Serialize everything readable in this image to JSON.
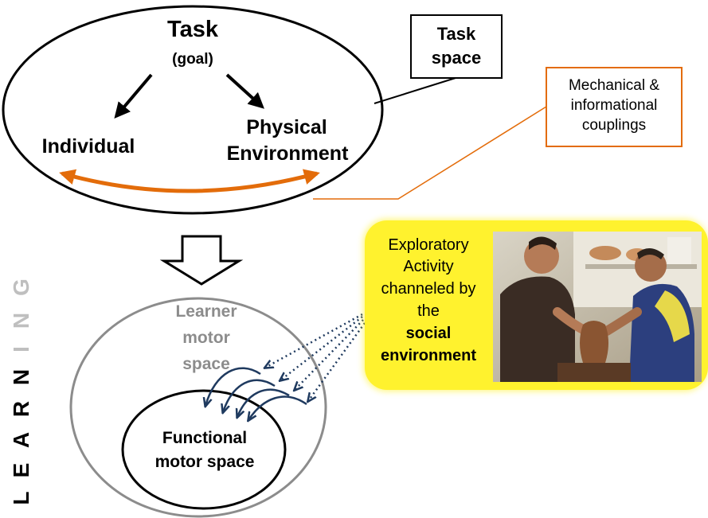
{
  "task_ellipse": {
    "title": "Task",
    "subtitle": "(goal)",
    "left_label": "Individual",
    "right_label_line1": "Physical",
    "right_label_line2": "Environment"
  },
  "task_space_box": {
    "line1": "Task",
    "line2": "space"
  },
  "couplings_box": {
    "line1": "Mechanical &",
    "line2": "informational",
    "line3": "couplings"
  },
  "learner_space": {
    "line1": "Learner",
    "line2": "motor",
    "line3": "space"
  },
  "functional_space": {
    "line1": "Functional",
    "line2": "motor space"
  },
  "exploratory_box": {
    "line1": "Exploratory",
    "line2": "Activity",
    "line3": "channeled by",
    "line4": "the",
    "line5": "social",
    "line6": "environment"
  },
  "side_label": [
    "L",
    "E",
    "A",
    "R",
    "N",
    "I",
    "N",
    "G"
  ],
  "colors": {
    "orange": "#e36c0a",
    "navy": "#1f3a5f",
    "grey": "#8c8c8c",
    "yellow": "#fff22e"
  },
  "photo": {
    "description_icon": "pottery-photo"
  }
}
